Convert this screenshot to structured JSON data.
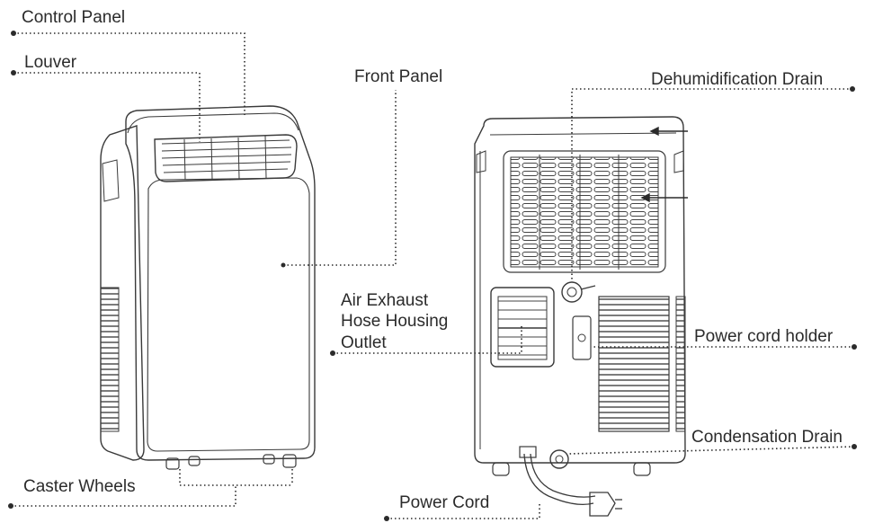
{
  "labels": {
    "control_panel": "Control Panel",
    "louver": "Louver",
    "front_panel": "Front Panel",
    "dehumidification_drain": "Dehumidification Drain",
    "air_exhaust_line1": "Air Exhaust",
    "air_exhaust_line2": "Hose Housing",
    "air_exhaust_line3": "Outlet",
    "power_cord_holder": "Power cord holder",
    "condensation_drain": "Condensation Drain",
    "caster_wheels": "Caster Wheels",
    "power_cord": "Power Cord"
  },
  "colors": {
    "line": "#3a3a3a",
    "text": "#2b2b2b",
    "background": "#ffffff"
  }
}
